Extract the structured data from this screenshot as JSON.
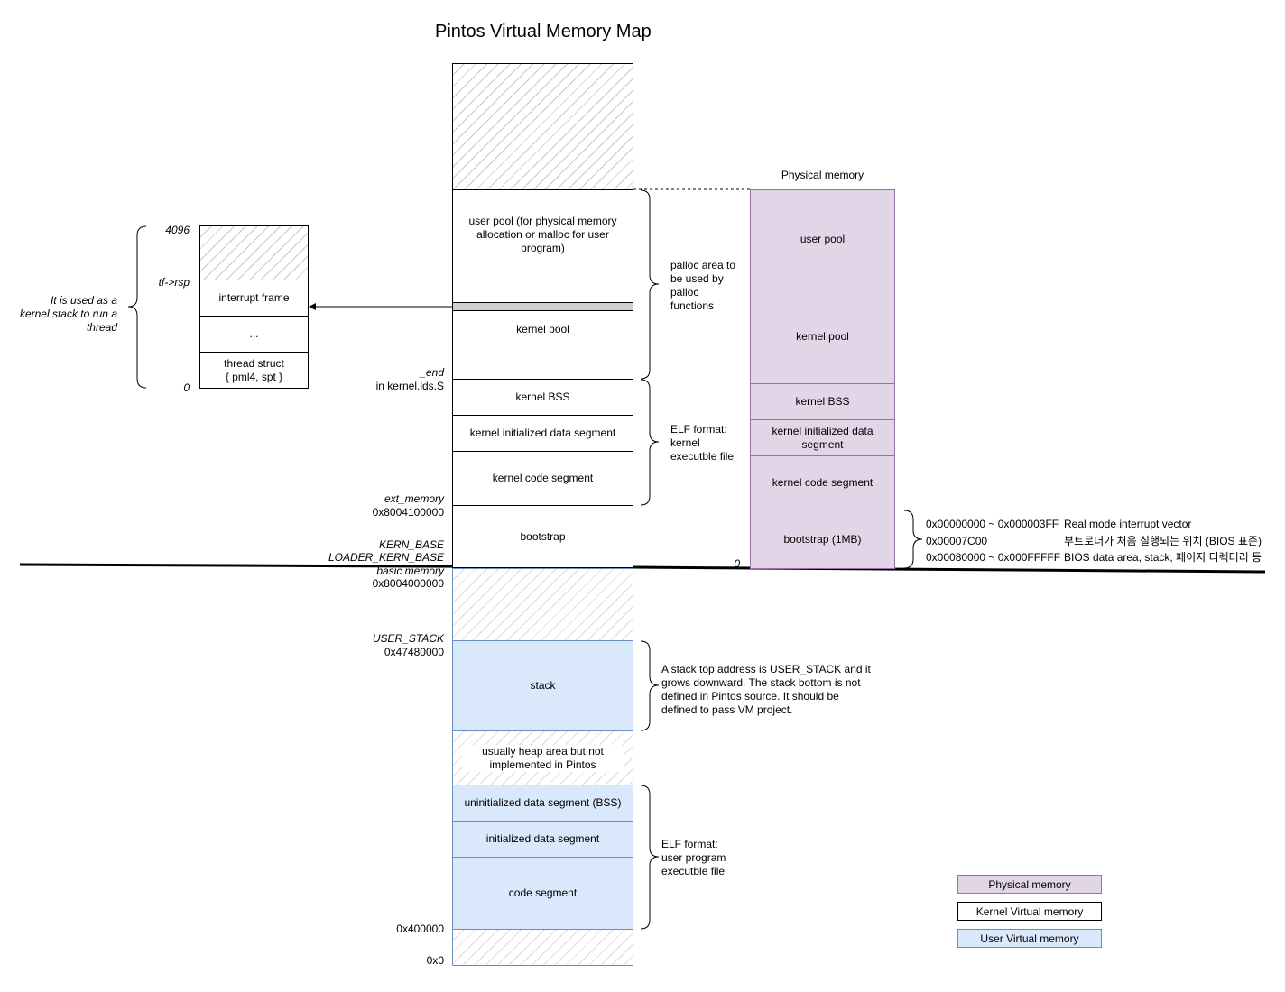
{
  "title": "Pintos Virtual Memory Map",
  "virtual": {
    "kernel": {
      "user_pool": "user pool (for physical memory allocation or malloc for user program)",
      "kernel_pool": "kernel pool",
      "kernel_bss": "kernel BSS",
      "kernel_data": "kernel initialized data segment",
      "kernel_code": "kernel code segment",
      "bootstrap": "bootstrap"
    },
    "user": {
      "stack": "stack",
      "heap": "usually heap area but not implemented in Pintos",
      "bss": "uninitialized data segment (BSS)",
      "data": "initialized data segment",
      "code": "code segment"
    }
  },
  "addresses": {
    "end_label": "_end",
    "end_note": "in kernel.lds.S",
    "ext_memory": "ext_memory",
    "ext_memory_addr": "0x8004100000",
    "kern_base": "KERN_BASE",
    "loader_kern_base": "LOADER_KERN_BASE",
    "basic_memory": "basic memory",
    "kern_base_addr": "0x8004000000",
    "user_stack": "USER_STACK",
    "user_stack_addr": "0x47480000",
    "code_start": "0x400000",
    "zero": "0x0"
  },
  "braces": {
    "palloc": "palloc area to be used by palloc functions",
    "elf_kernel": "ELF format: kernel executble file",
    "stack_note": "A stack top address is USER_STACK and it grows downward. The stack bottom is not defined in Pintos source. It should be defined to pass VM project.",
    "elf_user": "ELF format: user program executble file"
  },
  "thread": {
    "top_label": "4096",
    "rsp_label": "tf->rsp",
    "bottom_label": "0",
    "interrupt_frame": "interrupt frame",
    "dots": "...",
    "thread_struct_1": "thread struct",
    "thread_struct_2": "{ pml4, spt }",
    "note": "It is used as a kernel stack to run a thread"
  },
  "physical": {
    "title": "Physical memory",
    "user_pool": "user pool",
    "kernel_pool": "kernel pool",
    "kernel_bss": "kernel BSS",
    "kernel_data": "kernel initialized data segment",
    "kernel_code": "kernel code segment",
    "bootstrap": "bootstrap (1MB)",
    "zero": "0"
  },
  "bootstrap_details": [
    {
      "range": "0x00000000 ~ 0x000003FF",
      "desc": "Real mode interrupt vector"
    },
    {
      "range": "0x00007C00",
      "desc": "부트로더가 처음 실행되는 위치 (BIOS 표준)"
    },
    {
      "range": "0x00080000 ~ 0x000FFFFF",
      "desc": "BIOS data area, stack, 페이지 디렉터리 등"
    }
  ],
  "legend": {
    "physical": "Physical memory",
    "kernel": "Kernel Virtual memory",
    "user": "User Virtual memory"
  },
  "colors": {
    "physical_fill": "#e1d5e7",
    "physical_border": "#9673a6",
    "user_fill": "#dae8fc",
    "user_border": "#6c8ebf",
    "kernel_fill": "#ffffff"
  }
}
